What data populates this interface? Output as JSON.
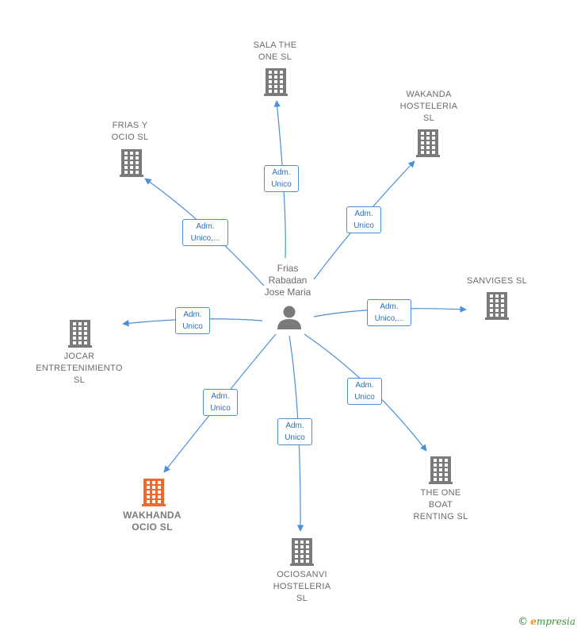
{
  "center": {
    "label": "Frias\nRabadan\nJose Maria",
    "color": "#7a7a7a"
  },
  "colors": {
    "edge": "#4a90d9",
    "building": "#7a7a7a",
    "highlight": "#f26a2b"
  },
  "nodes": [
    {
      "id": "sala",
      "label": "SALA THE\nONE SL",
      "highlight": false,
      "relation": "Adm.\nUnico"
    },
    {
      "id": "wakanda-hosteleria",
      "label": "WAKANDA\nHOSTELERIA\nSL",
      "highlight": false,
      "relation": "Adm.\nUnico"
    },
    {
      "id": "frias-ocio",
      "label": "FRIAS Y\nOCIO  SL",
      "highlight": false,
      "relation": "Adm.\nUnico,..."
    },
    {
      "id": "sanviges",
      "label": "SANVIGES  SL",
      "highlight": false,
      "relation": "Adm.\nUnico,..."
    },
    {
      "id": "jocar",
      "label": "JOCAR\nENTRETENIMIENTO\nSL",
      "highlight": false,
      "relation": "Adm.\nUnico"
    },
    {
      "id": "wakhanda-ocio",
      "label": "WAKHANDA\nOCIO  SL",
      "highlight": true,
      "relation": "Adm.\nUnico"
    },
    {
      "id": "ociosanvi",
      "label": "OCIOSANVI\nHOSTELERIA\nSL",
      "highlight": false,
      "relation": "Adm.\nUnico"
    },
    {
      "id": "the-one-boat",
      "label": "THE ONE\nBOAT\nRENTING  SL",
      "highlight": false,
      "relation": "Adm.\nUnico"
    }
  ],
  "watermark": {
    "copyright": "©",
    "brand_initial": "e",
    "brand_rest": "mpresia"
  }
}
